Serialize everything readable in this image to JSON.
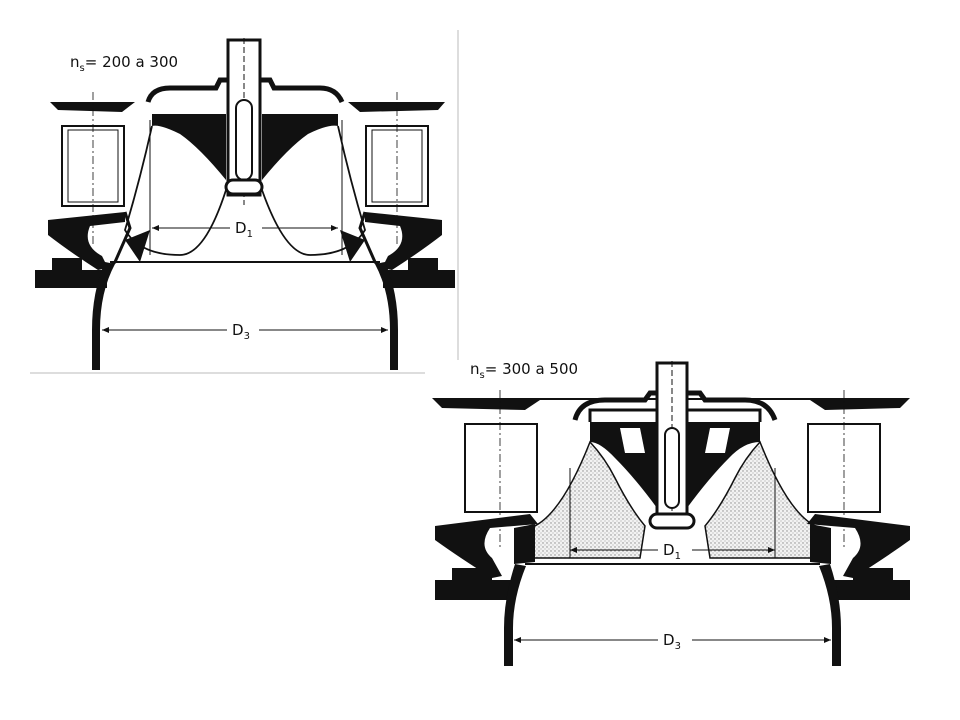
{
  "diagrams": [
    {
      "speed_label": "n",
      "speed_subscript": "s",
      "speed_range": "= 200 a 300",
      "inlet_label": "D",
      "inlet_sub": "1",
      "outlet_label": "D",
      "outlet_sub": "3"
    },
    {
      "speed_label": "n",
      "speed_subscript": "s",
      "speed_range": "= 300 a 500",
      "inlet_label": "D",
      "inlet_sub": "1",
      "outlet_label": "D",
      "outlet_sub": "3"
    }
  ],
  "colors": {
    "ink": "#111111",
    "stipple": "#d9d9d9",
    "background": "#ffffff"
  }
}
